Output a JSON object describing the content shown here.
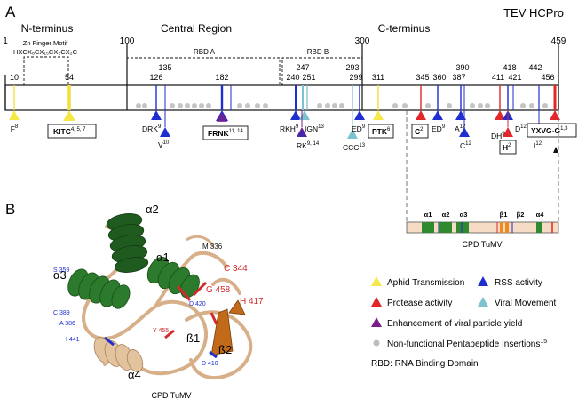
{
  "panel_a": {
    "label": "A",
    "title": "TEV HCPro",
    "regions": {
      "n_terminus": "N-terminus",
      "central": "Central Region",
      "c_terminus": "C-terminus"
    },
    "zinc_finger": {
      "line1": "Zn Finger Motif",
      "line2": "HXCX₈CX₁₅CX₂CX₂C"
    },
    "rbd_a": "RBD A",
    "rbd_b": "RBD B",
    "boundaries": [
      "1",
      "100",
      "300",
      "459"
    ],
    "positions": [
      "10",
      "54",
      "126",
      "135",
      "182",
      "240",
      "247",
      "251",
      "293",
      "299",
      "311",
      "345",
      "360",
      "387",
      "390",
      "411",
      "418",
      "421",
      "442",
      "456"
    ],
    "motifs": [
      {
        "main": "F",
        "sup": "8"
      },
      {
        "main": "KITC",
        "sup": "4, 5, 7"
      },
      {
        "main": "DRK",
        "sup": "9"
      },
      {
        "main": "V",
        "sup": "10"
      },
      {
        "main": "FRNK",
        "sup": "11, 14"
      },
      {
        "main": "RKH",
        "sup": "9"
      },
      {
        "main": "IGN",
        "sup": "13"
      },
      {
        "main": "RK",
        "sup": "9, 14"
      },
      {
        "main": "CCC",
        "sup": "13"
      },
      {
        "main": "ED",
        "sup": "9"
      },
      {
        "main": "PTK",
        "sup": "6"
      },
      {
        "main": "C",
        "sup": "2"
      },
      {
        "main": "ED",
        "sup": "9"
      },
      {
        "main": "A",
        "sup": "12"
      },
      {
        "main": "C",
        "sup": "12"
      },
      {
        "main": "DH",
        "sup": "9"
      },
      {
        "main": "D",
        "sup": "12"
      },
      {
        "main": "H",
        "sup": "2"
      },
      {
        "main": "I",
        "sup": "12"
      },
      {
        "main": "YXVG-G",
        "sup": "1,3"
      }
    ],
    "cpd": {
      "helices": [
        "α1",
        "α2",
        "α3",
        "α4"
      ],
      "strands": [
        "β1",
        "β2"
      ],
      "caption": "CPD TuMV"
    }
  },
  "panel_b": {
    "label": "B",
    "caption": "CPD TuMV",
    "structure_labels": [
      "α2",
      "α1",
      "α3",
      "α4",
      "ß1",
      "ß2"
    ],
    "residues_blue": [
      "S 359",
      "C 389",
      "A 386",
      "I 441",
      "D 420",
      "D 410"
    ],
    "residues_black": [
      "M 336"
    ],
    "residues_red": [
      "C 344",
      "G 458",
      "H 417",
      "Y 455"
    ]
  },
  "legend": {
    "items": [
      {
        "label": "Aphid Transmission",
        "color": "#f5e94a",
        "shape": "triangle"
      },
      {
        "label": "RSS activity",
        "color": "#1f2ecf",
        "shape": "triangle"
      },
      {
        "label": "Protease activity",
        "color": "#e3262a",
        "shape": "triangle"
      },
      {
        "label": "Viral Movement",
        "color": "#7cc3cf",
        "shape": "triangle"
      },
      {
        "label": "Enhancement of viral particle yield",
        "color": "#7a1f8a",
        "shape": "triangle"
      },
      {
        "label": "Non-functional Pentapeptide Insertions",
        "sup": "15",
        "color": "#bdbdbd",
        "shape": "circle"
      }
    ],
    "footnote": "RBD: RNA Binding Domain"
  }
}
